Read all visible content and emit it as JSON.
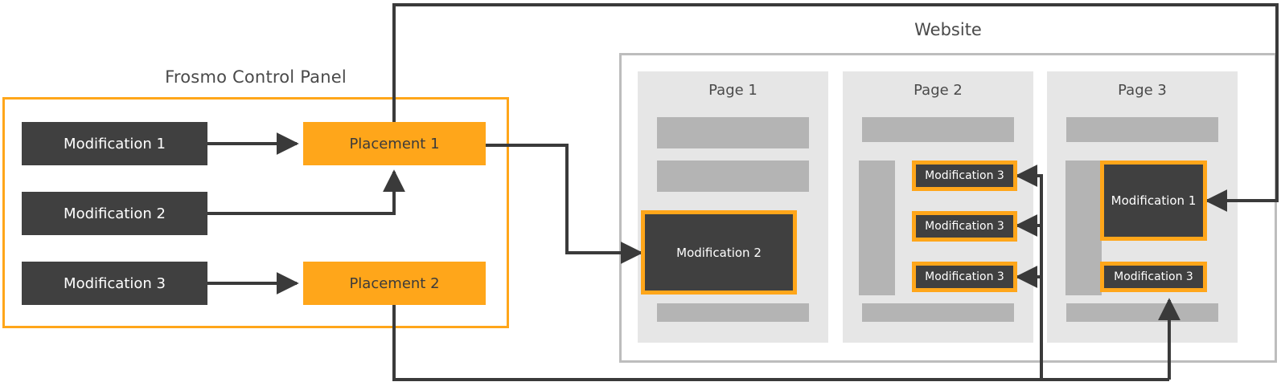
{
  "colors": {
    "accent_orange": "#FFA61A",
    "dark_box": "#404040",
    "page_bg": "#E6E6E6",
    "gray_bar": "#B4B4B4",
    "site_border": "#BDBDBD",
    "connector": "#3A3A3A",
    "text_gray": "#4A4A4A"
  },
  "control_panel": {
    "title": "Frosmo Control Panel",
    "modifications": [
      {
        "label": "Modification 1"
      },
      {
        "label": "Modification 2"
      },
      {
        "label": "Modification 3"
      }
    ],
    "placements": [
      {
        "label": "Placement 1"
      },
      {
        "label": "Placement 2"
      }
    ]
  },
  "website": {
    "title": "Website",
    "pages": [
      {
        "title": "Page 1",
        "embeds": [
          {
            "label": "Modification 2"
          }
        ]
      },
      {
        "title": "Page 2",
        "embeds": [
          {
            "label": "Modification 3"
          },
          {
            "label": "Modification 3"
          },
          {
            "label": "Modification 3"
          }
        ]
      },
      {
        "title": "Page 3",
        "embeds": [
          {
            "label": "Modification 1"
          },
          {
            "label": "Modification 3"
          }
        ]
      }
    ]
  }
}
